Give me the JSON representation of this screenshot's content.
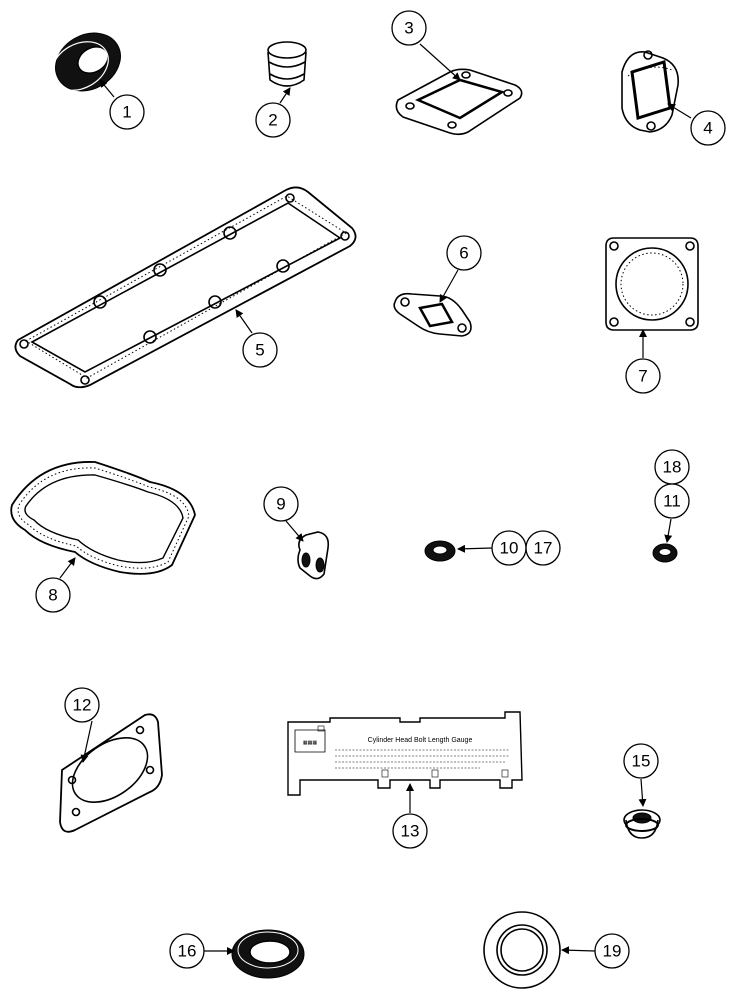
{
  "callouts": [
    "1",
    "2",
    "3",
    "4",
    "5",
    "6",
    "7",
    "8",
    "9",
    "10",
    "11",
    "12",
    "13",
    "15",
    "16",
    "17",
    "18",
    "19"
  ],
  "gauge": {
    "title": "Cylinder Head Bolt Length Gauge"
  }
}
